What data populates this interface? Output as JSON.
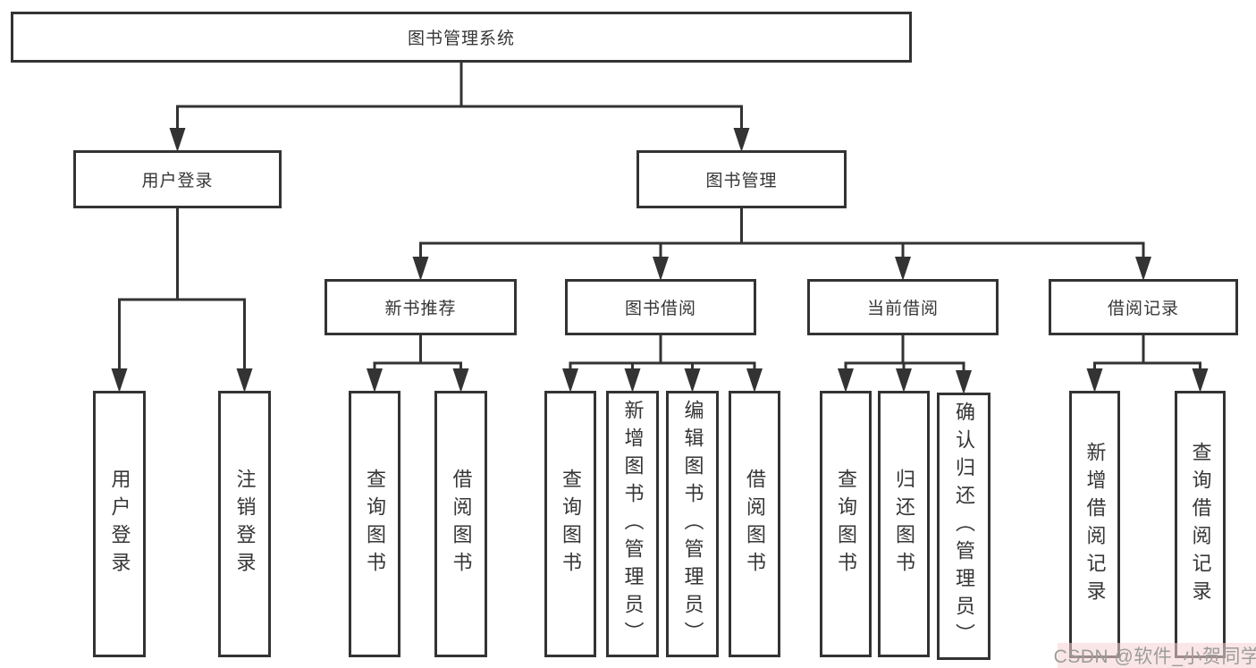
{
  "diagram": {
    "title": "图书管理系统",
    "nodes": [
      {
        "id": "system",
        "label": "图书管理系统",
        "parent": null,
        "orientation": "horizontal"
      },
      {
        "id": "user-login",
        "label": "用户登录",
        "parent": "system",
        "orientation": "horizontal"
      },
      {
        "id": "book-mgmt",
        "label": "图书管理",
        "parent": "system",
        "orientation": "horizontal"
      },
      {
        "id": "new-book-rec",
        "label": "新书推荐",
        "parent": "book-mgmt",
        "orientation": "horizontal"
      },
      {
        "id": "book-borrow",
        "label": "图书借阅",
        "parent": "book-mgmt",
        "orientation": "horizontal"
      },
      {
        "id": "current-borrow",
        "label": "当前借阅",
        "parent": "book-mgmt",
        "orientation": "horizontal"
      },
      {
        "id": "borrow-records",
        "label": "借阅记录",
        "parent": "book-mgmt",
        "orientation": "horizontal"
      },
      {
        "id": "leaf-user-login",
        "label": "用户登录",
        "parent": "user-login",
        "orientation": "vertical"
      },
      {
        "id": "leaf-logout",
        "label": "注销登录",
        "parent": "user-login",
        "orientation": "vertical"
      },
      {
        "id": "leaf-rec-query",
        "label": "查询图书",
        "parent": "new-book-rec",
        "orientation": "vertical"
      },
      {
        "id": "leaf-rec-borrow",
        "label": "借阅图书",
        "parent": "new-book-rec",
        "orientation": "vertical"
      },
      {
        "id": "leaf-bb-query",
        "label": "查询图书",
        "parent": "book-borrow",
        "orientation": "vertical"
      },
      {
        "id": "leaf-bb-add",
        "label": "新增图书（管理员）",
        "parent": "book-borrow",
        "orientation": "vertical"
      },
      {
        "id": "leaf-bb-edit",
        "label": "编辑图书（管理员）",
        "parent": "book-borrow",
        "orientation": "vertical"
      },
      {
        "id": "leaf-bb-borrow",
        "label": "借阅图书",
        "parent": "book-borrow",
        "orientation": "vertical"
      },
      {
        "id": "leaf-cb-query",
        "label": "查询图书",
        "parent": "current-borrow",
        "orientation": "vertical"
      },
      {
        "id": "leaf-cb-return",
        "label": "归还图书",
        "parent": "current-borrow",
        "orientation": "vertical"
      },
      {
        "id": "leaf-cb-confirm",
        "label": "确认归还（管理员）",
        "parent": "current-borrow",
        "orientation": "vertical"
      },
      {
        "id": "leaf-br-add",
        "label": "新增借阅记录",
        "parent": "borrow-records",
        "orientation": "vertical"
      },
      {
        "id": "leaf-br-query",
        "label": "查询借阅记录",
        "parent": "borrow-records",
        "orientation": "vertical"
      }
    ]
  },
  "watermark": {
    "text": "CSDN @软件_小贺同学"
  },
  "colors": {
    "line": "#333333",
    "box_border": "#333333",
    "node_text": "#363636",
    "background": "#ffffff",
    "watermark_text": "#9c9c9c",
    "watermark_band": "#f6d2d2"
  }
}
